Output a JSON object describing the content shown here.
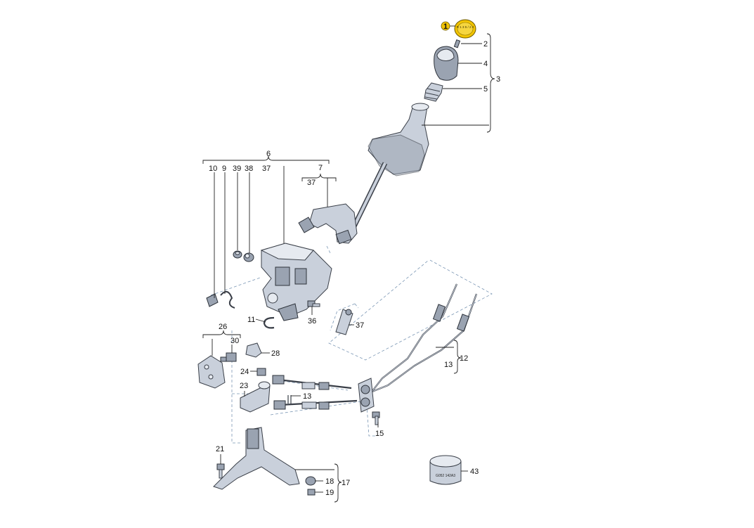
{
  "diagram": {
    "highlight_color": "#f2c400",
    "labels": {
      "n1": "1",
      "n2": "2",
      "n3": "3",
      "n4": "4",
      "n5": "5",
      "n6": "6",
      "n7": "7",
      "n37a": "37",
      "n10": "10",
      "n9": "9",
      "n39": "39",
      "n38": "38",
      "n37b": "37",
      "n11": "11",
      "n36": "36",
      "n37c": "37",
      "n26": "26",
      "n30": "30",
      "n28": "28",
      "n24": "24",
      "n23": "23",
      "n13a": "13",
      "n12": "12",
      "n13b": "13",
      "n15": "15",
      "n21": "21",
      "n18": "18",
      "n17": "17",
      "n19": "19",
      "n43": "43"
    },
    "knob_text": "R 1 3 5 / 2 4",
    "sleeve_text": "G052 142A3"
  }
}
